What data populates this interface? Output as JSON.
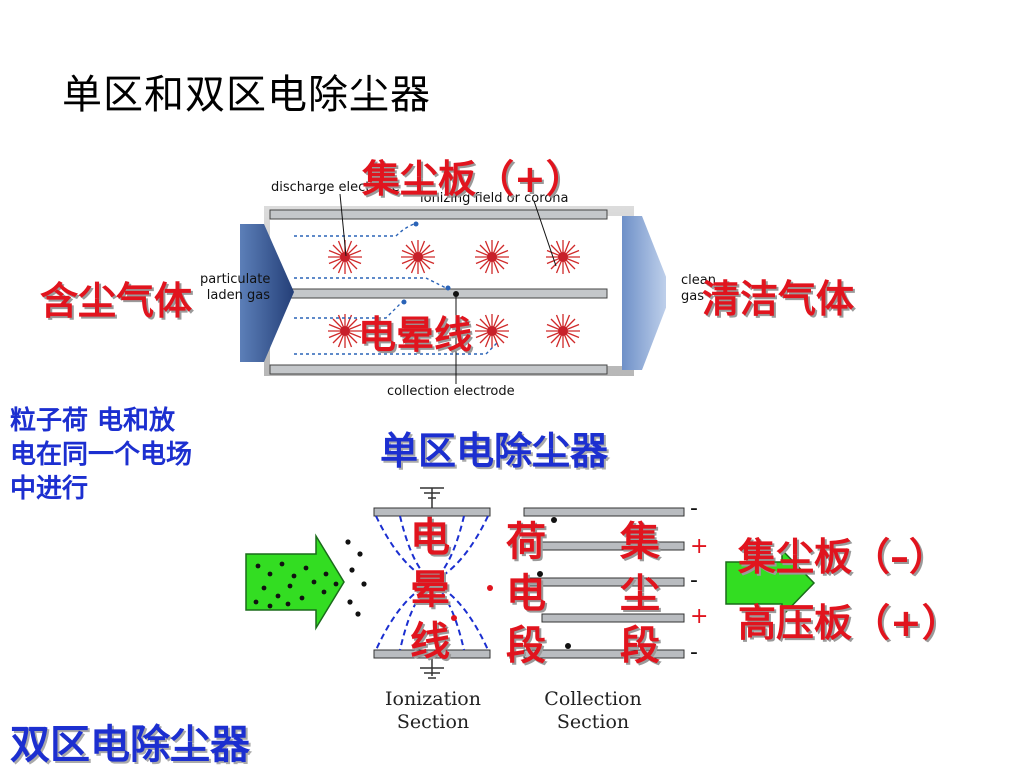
{
  "title": "单区和双区电除尘器",
  "single_stage": {
    "label_collector": "集尘板（+）",
    "label_corona_wire": "电晕线",
    "label_dusty_gas": "含尘气体",
    "label_clean_gas": "清洁气体",
    "caption": "单区电除尘器",
    "note": "粒子荷  电和放\n电在同一个电场\n中进行",
    "img_text": {
      "discharge_electrode": "discharge electrode",
      "ionizing_field": "ionizing field or corona",
      "particulate_laden": "particulate\nladen gas",
      "clean_gas": "clean\ngas",
      "collection_electrode": "collection electrode"
    }
  },
  "two_stage": {
    "caption": "双区电除尘器",
    "col_corona": [
      "电",
      "晕",
      "线"
    ],
    "col_charging": [
      "荷",
      "电",
      "段"
    ],
    "col_collect": [
      "集",
      "尘",
      "段"
    ],
    "label_collector": "集尘板（–）",
    "label_high_voltage": "高压板（+）",
    "ionization_section": "Ionization\nSection",
    "collection_section": "Collection\nSection",
    "signs": [
      "-",
      "+",
      "-",
      "+",
      "-"
    ]
  },
  "colors": {
    "red_label": "#e1141e",
    "blue_label": "#1c2fd0",
    "green_arrow": "#33dd22",
    "corona_red": "#d02a2a",
    "plate_gray": "#b9bcc0",
    "gas_arrow_blue": "#4466a8"
  }
}
